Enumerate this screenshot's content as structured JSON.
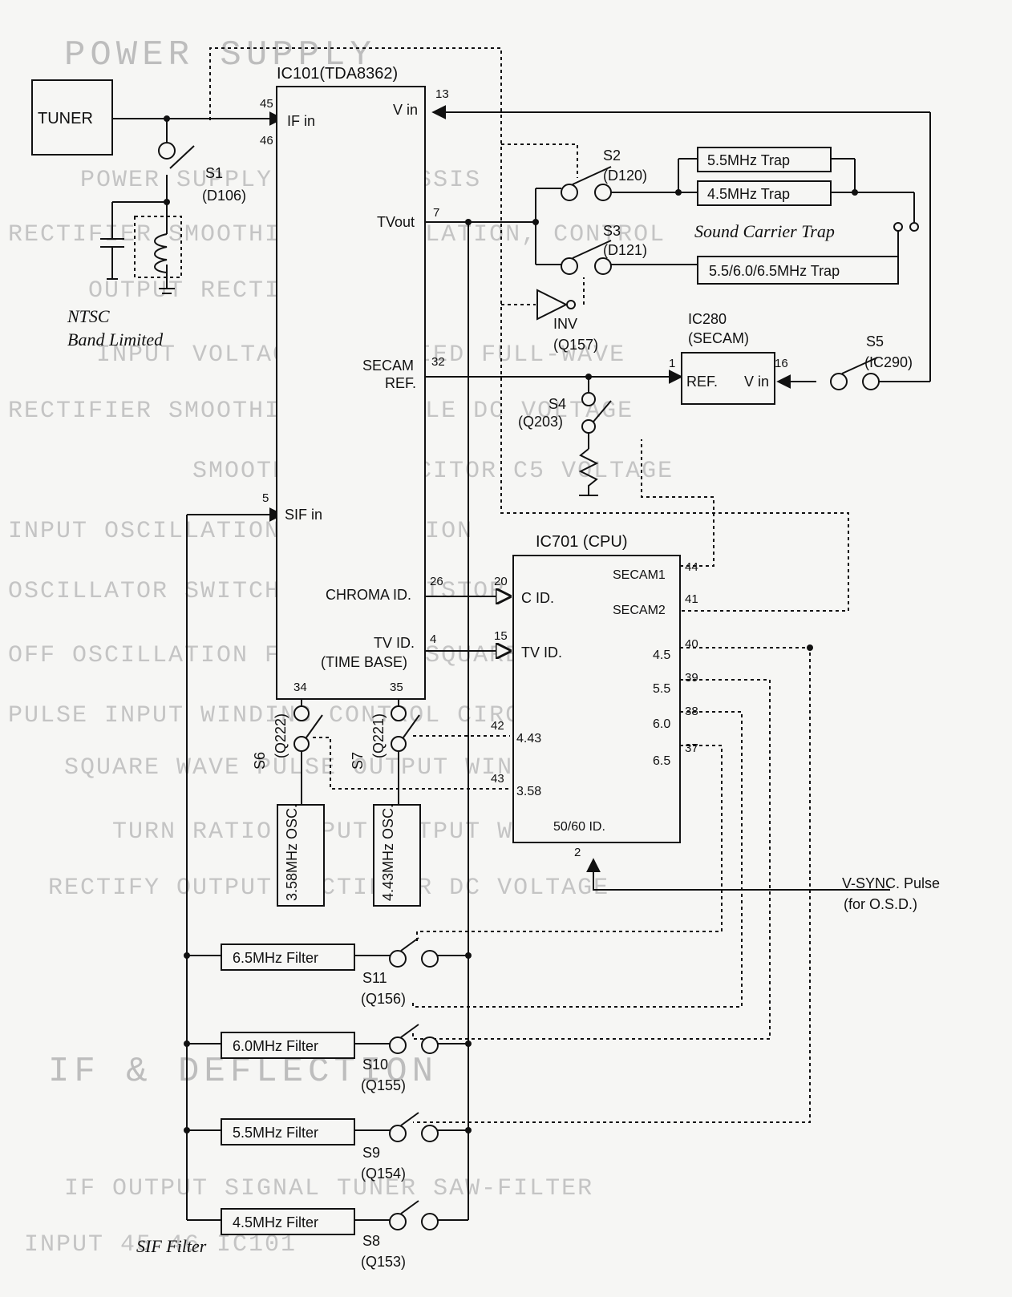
{
  "tuner": {
    "label": "TUNER"
  },
  "ic101": {
    "title": "IC101(TDA8362)",
    "pins": {
      "if_in": "45",
      "if_in_b": "46",
      "v_in": "13",
      "tvout": "7",
      "secam_ref": "32",
      "sif_in": "5",
      "chroma_id": "26",
      "tv_id": "4",
      "p34": "34",
      "p35": "35"
    },
    "labels": {
      "if_in": "IF in",
      "v_in": "V in",
      "tvout": "TVout",
      "secam": "SECAM",
      "ref": "REF.",
      "sif_in": "SIF in",
      "chroma_id": "CHROMA ID.",
      "tv_id": "TV ID.",
      "time_base": "(TIME BASE)"
    }
  },
  "ic280": {
    "title": "IC280",
    "subtitle": "(SECAM)",
    "pin_ref": "1",
    "pin_vin": "16",
    "ref": "REF.",
    "vin": "V in"
  },
  "ic701": {
    "title": "IC701 (CPU)",
    "pins": {
      "cid": "20",
      "tvid": "15",
      "secam1": "44",
      "secam2": "41",
      "p40": "40",
      "p39": "39",
      "p38": "38",
      "p37": "37",
      "p42": "42",
      "p43": "43",
      "p2": "2"
    },
    "labels": {
      "cid": "C ID.",
      "tvid": "TV ID.",
      "secam1": "SECAM1",
      "secam2": "SECAM2",
      "f45": "4.5",
      "f55": "5.5",
      "f60": "6.0",
      "f65": "6.5",
      "f443": "4.43",
      "f358": "3.58",
      "id5060": "50/60 ID."
    }
  },
  "switches": {
    "s1": {
      "name": "S1",
      "part": "(D106)"
    },
    "s2": {
      "name": "S2",
      "part": "(D120)"
    },
    "s3": {
      "name": "S3",
      "part": "(D121)"
    },
    "s4": {
      "name": "S4",
      "part": "(Q203)"
    },
    "s5": {
      "name": "S5",
      "part": "(IC290)"
    },
    "s6": {
      "name": "S6",
      "part": "(Q222)"
    },
    "s7": {
      "name": "S7",
      "part": "(Q221)"
    },
    "s8": {
      "name": "S8",
      "part": "(Q153)"
    },
    "s9": {
      "name": "S9",
      "part": "(Q154)"
    },
    "s10": {
      "name": "S10",
      "part": "(Q155)"
    },
    "s11": {
      "name": "S11",
      "part": "(Q156)"
    }
  },
  "inv": {
    "name": "INV",
    "part": "(Q157)"
  },
  "traps": {
    "t55": "5.5MHz Trap",
    "t45": "4.5MHz Trap",
    "t556": "5.5/6.0/6.5MHz Trap",
    "caption": "Sound Carrier Trap"
  },
  "osc": {
    "o358": "3.58MHz OSC.",
    "o443": "4.43MHz OSC."
  },
  "filters": {
    "f65": "6.5MHz Filter",
    "f60": "6.0MHz Filter",
    "f55": "5.5MHz Filter",
    "f45": "4.5MHz Filter",
    "caption": "SIF Filter"
  },
  "ntsc": {
    "line1": "NTSC",
    "line2": "Band Limited"
  },
  "vsync": {
    "line1": "V-SYNC. Pulse",
    "line2": "(for O.S.D.)"
  },
  "background_text": {
    "heading1": "POWER SUPPLY",
    "heading2": "IF & DEFLECTION",
    "lines": [
      "POWER SUPPLY A7-A CHASSIS",
      "RECTIFIER SMOOTHING, OSCILLATION, CONTROL",
      "OUTPUT RECTIFIER",
      "INPUT VOLTAGE RECTIFIED FULL-WAVE",
      "RECTIFIER SMOOTHING UNSTABLE DC VOLTAGE",
      "SMOOTHING CAPACITOR C5   VOLTAGE",
      "INPUT OSCILLATION OSCILLATION",
      "OSCILLATOR SWITCHING TRANSISTOR Q513 ON",
      "OFF OSCILLATION FREQUENCY SQUARE-WAVE",
      "PULSE INPUT WINDING CONTROL CIRCUIT",
      "SQUARE WAVE PULSE OUTPUT WINDING",
      "TURN RATIO INPUT OUTPUT WINDING",
      "RECTIFY OUTPUT RECTIFIER DC VOLTAGE",
      "IF OUTPUT SIGNAL TUNER SAW-FILTER",
      "INPUT 45 46 IC101"
    ]
  }
}
